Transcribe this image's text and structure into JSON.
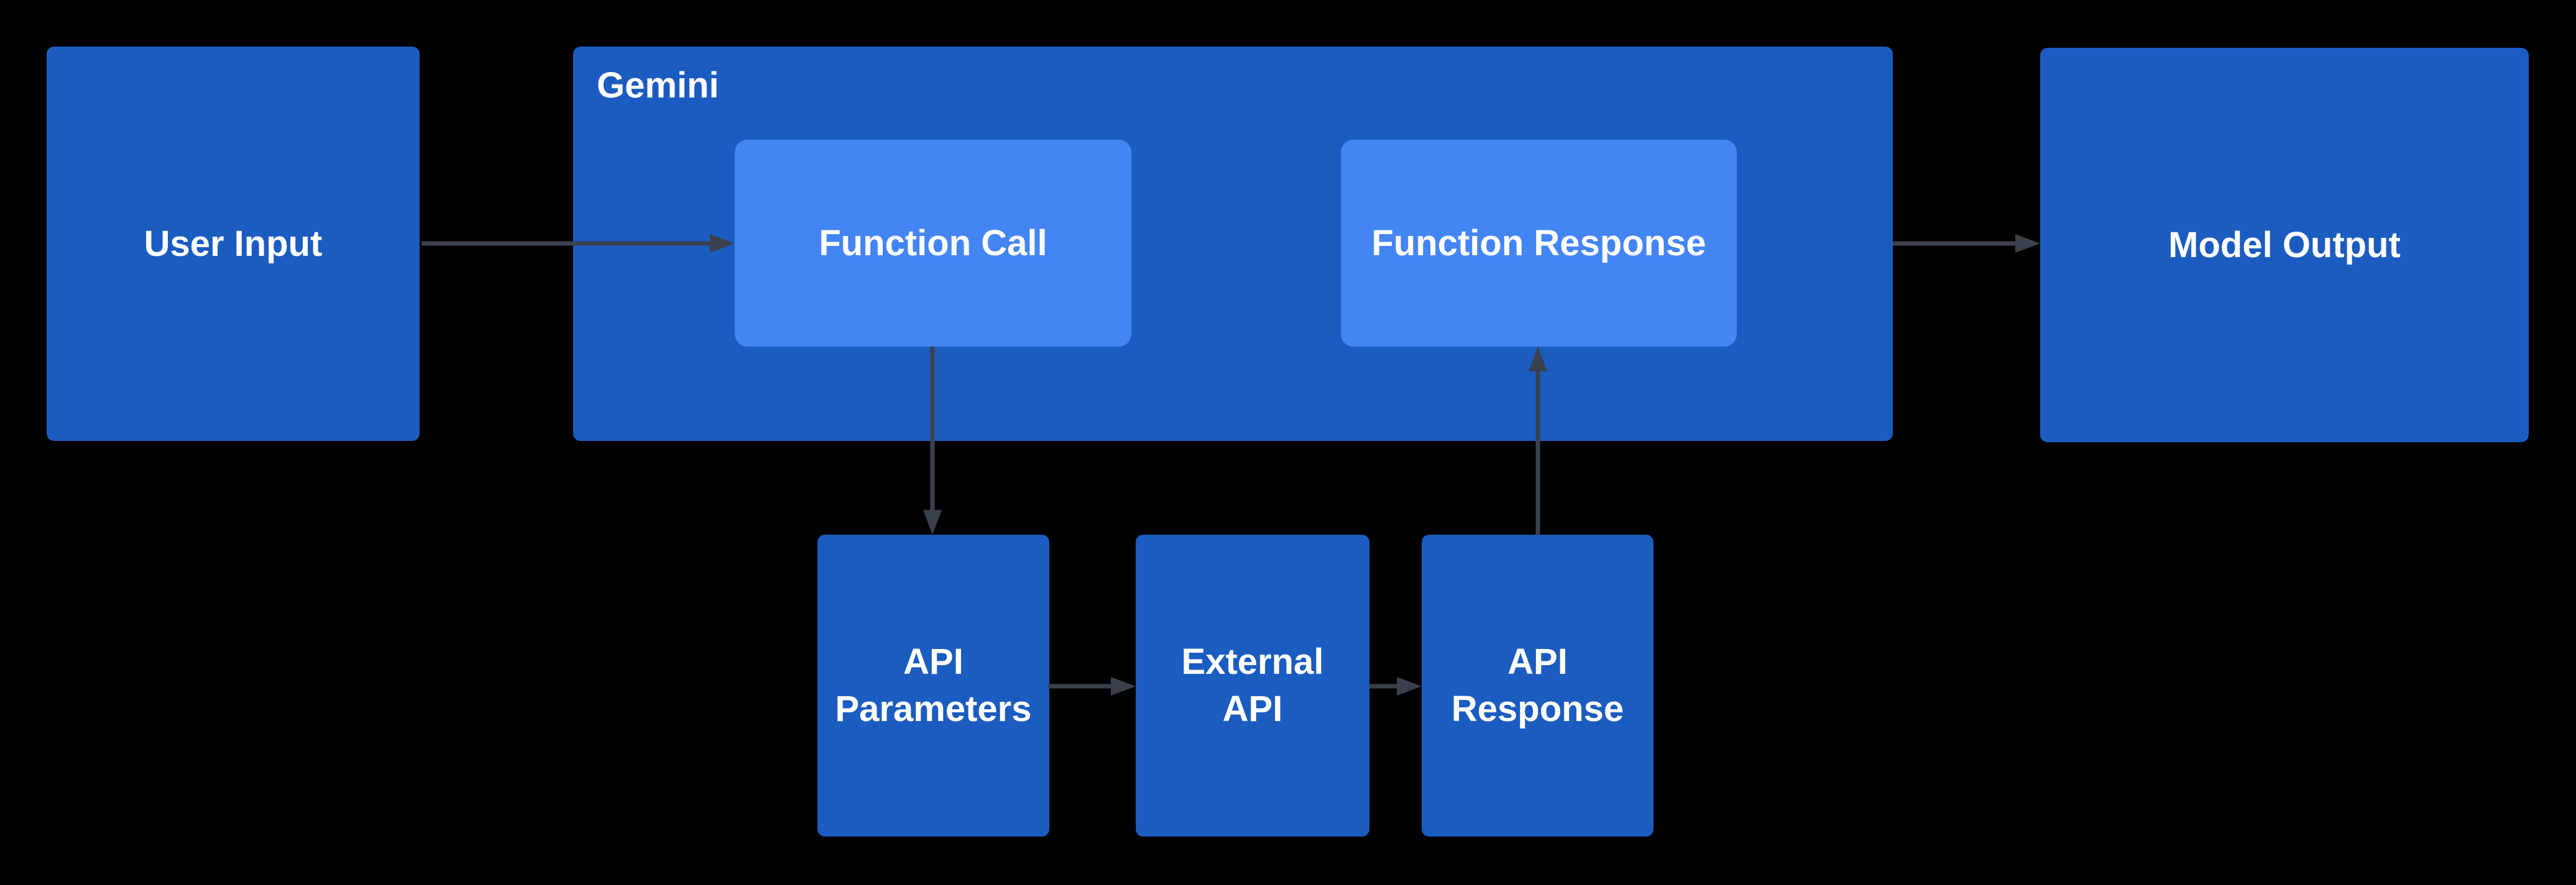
{
  "diagram": {
    "title_node": "Gemini",
    "colors": {
      "background": "#000000",
      "node_fill": "#1B5CC0",
      "inner_node_fill": "#4485F4",
      "arrow_color": "#3A414C",
      "text_color": "#FFFFFF"
    },
    "nodes": {
      "user_input": {
        "label": "User Input"
      },
      "gemini": {
        "label": "Gemini"
      },
      "function_call": {
        "label": "Function Call"
      },
      "function_response": {
        "label": "Function Response"
      },
      "model_output": {
        "label": "Model Output"
      },
      "api_parameters": {
        "label": "API Parameters",
        "lines": [
          "API",
          "Parameters"
        ]
      },
      "external_api": {
        "label": "External API",
        "lines": [
          "External",
          "API"
        ]
      },
      "api_response": {
        "label": "API Response",
        "lines": [
          "API",
          "Response"
        ]
      }
    },
    "edges": [
      {
        "from": "user_input",
        "to": "function_call",
        "direction": "right"
      },
      {
        "from": "function_call",
        "to": "api_parameters",
        "direction": "down"
      },
      {
        "from": "api_parameters",
        "to": "external_api",
        "direction": "right"
      },
      {
        "from": "external_api",
        "to": "api_response",
        "direction": "right"
      },
      {
        "from": "api_response",
        "to": "function_response",
        "direction": "up"
      },
      {
        "from": "gemini",
        "to": "model_output",
        "direction": "right"
      }
    ]
  }
}
